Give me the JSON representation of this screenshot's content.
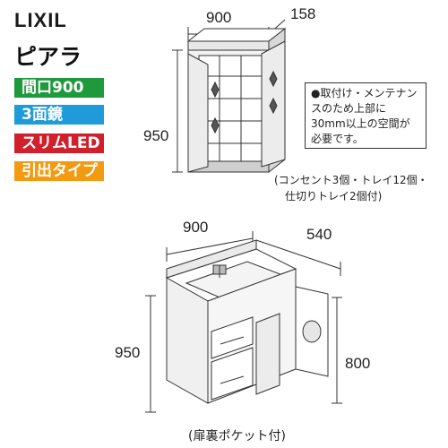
{
  "brand": "LIXIL",
  "series": "ピアラ",
  "badges": [
    "間口900",
    "3面鏡",
    "スリムLED",
    "引出タイプ"
  ],
  "colors": {
    "green": "#1e9a3c",
    "blue": "#1f9bd9",
    "red": "#d11f2b",
    "orange": "#f29a12"
  },
  "mirror": {
    "width": "900",
    "depth": "158",
    "height": "950"
  },
  "note": "●取付け・メンテナンスのため上部に30mm以上の空間が必要です。",
  "mirror_caption": [
    "(コンセント3個・トレイ12個・",
    "仕切りトレイ2個付)"
  ],
  "vanity": {
    "width": "900",
    "depth": "540",
    "height": "950",
    "counter_height": "800"
  },
  "vanity_caption": "(扉裏ポケット付)"
}
